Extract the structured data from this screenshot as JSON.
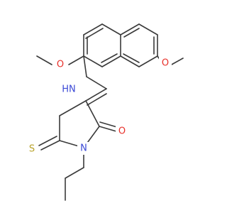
{
  "colors": {
    "bond": "#3a3a3a",
    "carbon": "#3a3a3a",
    "oxygen": "#e8302a",
    "nitrogen": "#3b49d6",
    "sulfur": "#b8a22a"
  },
  "labels": {
    "o_methoxy_left": "O",
    "o_methoxy_right": "O",
    "nh": "HN",
    "n_ring": "N",
    "s": "S",
    "o_carbonyl": "O"
  }
}
